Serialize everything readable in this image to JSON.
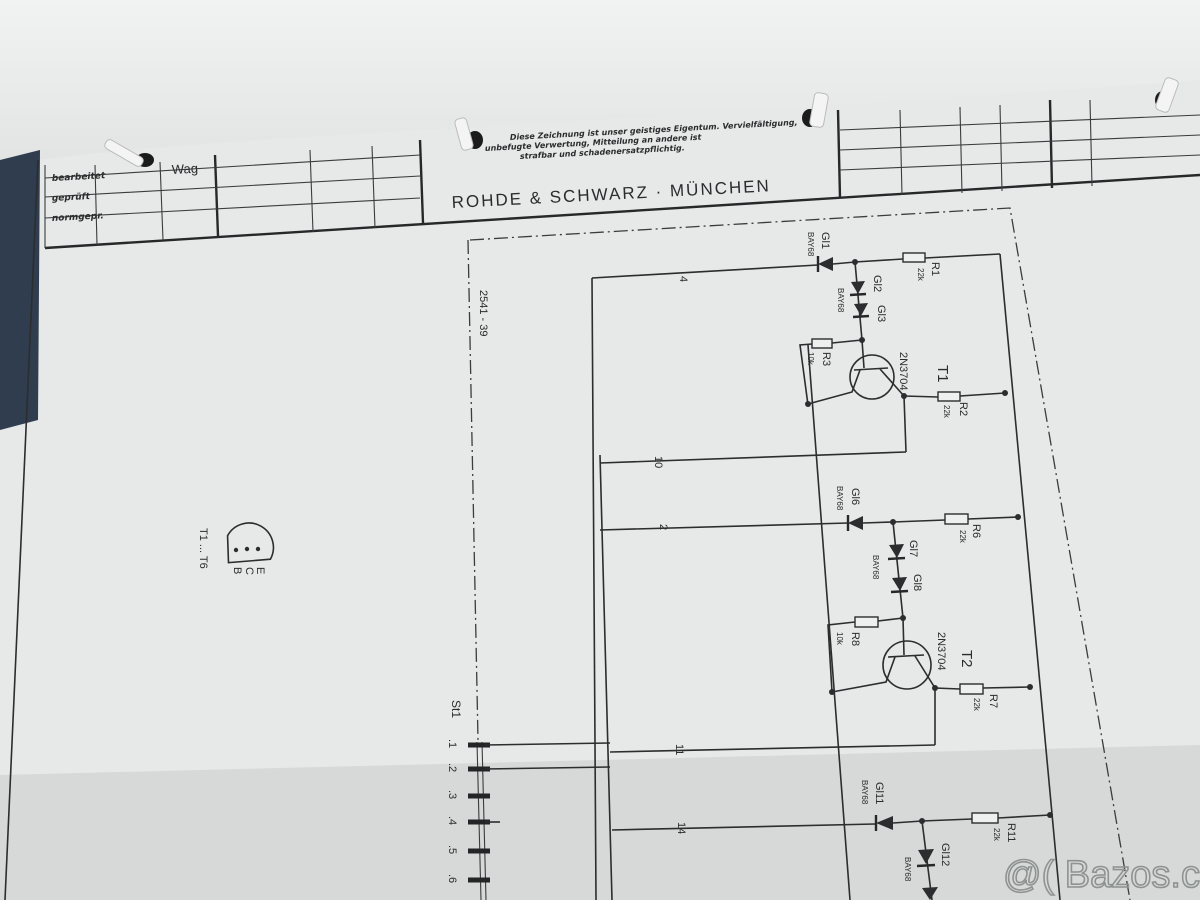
{
  "title_block": {
    "notice_lines": [
      "Diese Zeichnung ist unser geistiges Eigentum. Vervielfältigung,",
      "unbefugte Verwertung, Mitteilung an andere ist",
      "strafbar und schadenersatzpflichtig."
    ],
    "company": "ROHDE & SCHWARZ · MÜNCHEN",
    "rows": [
      "bearbeitet",
      "geprüft",
      "normgepr."
    ],
    "name_cell": "Wag"
  },
  "drawing_number": "2541 - 39",
  "pinout": {
    "label": "T1 ... T6",
    "pins": [
      "E",
      "C",
      "B"
    ]
  },
  "connector": {
    "name": "St1",
    "pins": [
      ".1",
      ".2",
      ".3",
      ".4",
      ".5",
      ".6"
    ]
  },
  "wires": [
    "4",
    "10",
    "2",
    "11",
    "14"
  ],
  "components": {
    "GL1": {
      "ref": "Gl1",
      "value": "BAY68"
    },
    "GL2": {
      "ref": "Gl2",
      "value": "BAY68"
    },
    "GL3": {
      "ref": "Gl3"
    },
    "R1": {
      "ref": "R1",
      "value": "22k"
    },
    "R2": {
      "ref": "R2",
      "value": "22k"
    },
    "R3": {
      "ref": "R3",
      "value": "10k"
    },
    "T1": {
      "ref": "T1",
      "value": "2N3704"
    },
    "GL6": {
      "ref": "Gl6",
      "value": "BAY68"
    },
    "GL7": {
      "ref": "Gl7",
      "value": "BAY68"
    },
    "GL8": {
      "ref": "Gl8"
    },
    "R6": {
      "ref": "R6",
      "value": "22k"
    },
    "R7": {
      "ref": "R7",
      "value": "22k"
    },
    "R8": {
      "ref": "R8",
      "value": "10k"
    },
    "T2": {
      "ref": "T2",
      "value": "2N3704"
    },
    "GL11": {
      "ref": "Gl11",
      "value": "BAY68"
    },
    "GL12": {
      "ref": "Gl12",
      "value": "BAY68"
    },
    "R11": {
      "ref": "R11",
      "value": "22k"
    }
  },
  "watermark": "@( Bazos.cz"
}
